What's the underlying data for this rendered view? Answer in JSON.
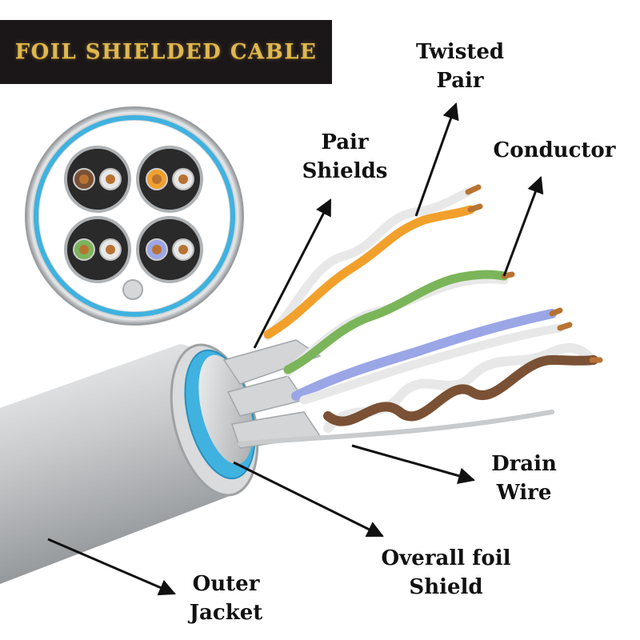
{
  "title": "FOIL SHIELDED CABLE",
  "labels": {
    "twisted_pair": [
      "Twisted",
      "Pair"
    ],
    "pair_shields": [
      "Pair",
      "Shields"
    ],
    "conductor": [
      "Conductor"
    ],
    "drain_wire": [
      "Drain",
      "Wire"
    ],
    "overall_foil_shield": [
      "Overall foil",
      "Shield"
    ],
    "outer_jacket": [
      "Outer",
      "Jacket"
    ]
  },
  "colors": {
    "title_bg": "#1b1718",
    "title_text": "#e0b850",
    "shield_blue": "#3fb2e0",
    "pair_orange": "#f2a02c",
    "pair_green": "#7bb55a",
    "pair_blue": "#9aa6e6",
    "pair_brown": "#7a5134",
    "copper": "#b87333",
    "jacket_gray": "#cfd1d3"
  }
}
